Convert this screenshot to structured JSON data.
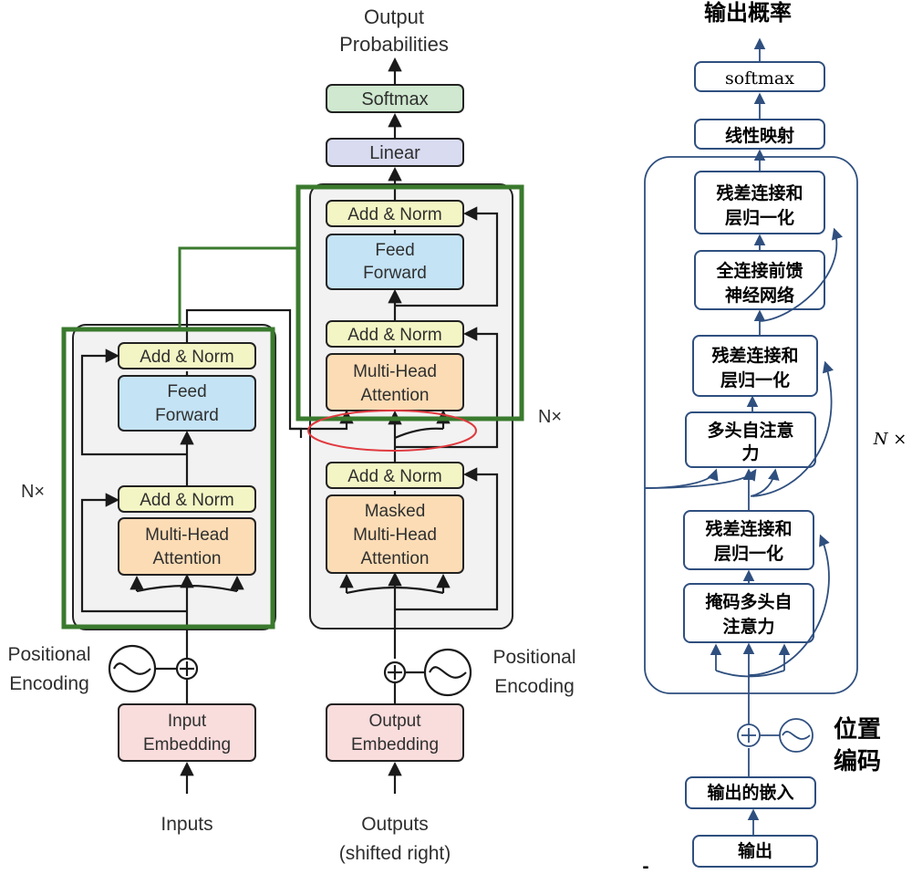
{
  "left_diagram": {
    "output_title_line1": "Output",
    "output_title_line2": "Probabilities",
    "softmax": "Softmax",
    "linear": "Linear",
    "dec_add_norm_top": "Add & Norm",
    "dec_ff_line1": "Feed",
    "dec_ff_line2": "Forward",
    "dec_add_norm_mid": "Add & Norm",
    "dec_mha_line1": "Multi-Head",
    "dec_mha_line2": "Attention",
    "dec_add_norm_bottom": "Add & Norm",
    "dec_masked_line1": "Masked",
    "dec_masked_line2": "Multi-Head",
    "dec_masked_line3": "Attention",
    "dec_nx": "N×",
    "enc_add_norm_top": "Add & Norm",
    "enc_ff_line1": "Feed",
    "enc_ff_line2": "Forward",
    "enc_add_norm_bottom": "Add & Norm",
    "enc_mha_line1": "Multi-Head",
    "enc_mha_line2": "Attention",
    "enc_nx": "N×",
    "enc_pos_line1": "Positional",
    "enc_pos_line2": "Encoding",
    "dec_pos_line1": "Positional",
    "dec_pos_line2": "Encoding",
    "input_emb_line1": "Input",
    "input_emb_line2": "Embedding",
    "output_emb_line1": "Output",
    "output_emb_line2": "Embedding",
    "inputs": "Inputs",
    "outputs_line1": "Outputs",
    "outputs_line2": "(shifted right)"
  },
  "right_diagram": {
    "title": "输出概率",
    "softmax": "softmax",
    "linear": "线性映射",
    "add_norm_top_line1": "残差连接和",
    "add_norm_top_line2": "层归一化",
    "ffn_line1": "全连接前馈",
    "ffn_line2": "神经网络",
    "add_norm_mid_line1": "残差连接和",
    "add_norm_mid_line2": "层归一化",
    "mha_line1": "多头自注意",
    "mha_line2": "力",
    "add_norm_bottom_line1": "残差连接和",
    "add_norm_bottom_line2": "层归一化",
    "masked_line1": "掩码多头自",
    "masked_line2": "注意力",
    "nx": "N ×",
    "pos_line1": "位置",
    "pos_line2": "编码",
    "output_emb": "输出的嵌入",
    "output": "输出",
    "dash": "-"
  },
  "colors": {
    "softmax_fill": "#cfe8cf",
    "linear_fill": "#d9dbf1",
    "add_norm_fill": "#f3f5c4",
    "ff_fill": "#c4e3f5",
    "attention_fill": "#fcdcb5",
    "embedding_fill": "#f9dcdc",
    "block_fill": "#f2f2f2",
    "highlight_green": "#3a7a2e",
    "highlight_red": "#e0393e",
    "right_stroke": "#2f4f7f"
  }
}
